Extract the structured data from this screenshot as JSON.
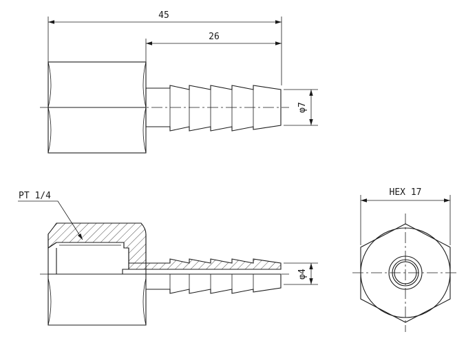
{
  "dimensions": {
    "overall_length": "45",
    "barb_length": "26",
    "outer_diameter": "φ7",
    "inner_diameter": "φ4",
    "hex_size": "HEX 17",
    "thread": "PT 1/4"
  },
  "colors": {
    "line": "#1a1a1a",
    "background": "#ffffff"
  }
}
